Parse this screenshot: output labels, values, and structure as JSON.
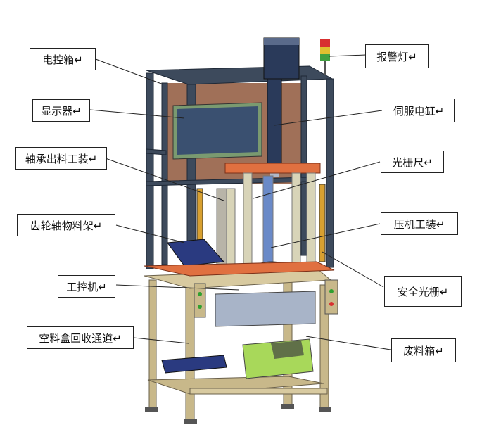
{
  "labels": {
    "electric_box": "电控箱↵",
    "display": "显示器↵",
    "bearing_out_fixture": "轴承出料工装↵",
    "gear_shaft_rack": "齿轮轴物料架↵",
    "ipc": "工控机↵",
    "empty_box_return": "空料盒回收通道↵",
    "alarm_lamp": "报警灯↵",
    "servo_cylinder": "伺服电缸↵",
    "grating_ruler": "光栅尺↵",
    "press_fixture": "压机工装↵",
    "safety_curtain": "安全光栅↵",
    "waste_bin": "废料箱↵"
  },
  "colors": {
    "frame": "#3d4a5c",
    "frame_light": "#8a96a8",
    "plate": "#e07040",
    "back_panel": "#a07058",
    "legs": "#c8b88a",
    "column": "#d8d4b8",
    "cylinder": "#2a3a5a",
    "ipc_box": "#a8b4c8",
    "waste_bin": "#a8d85a",
    "screen": "#3a5070",
    "screen_border": "#7a9a70"
  }
}
